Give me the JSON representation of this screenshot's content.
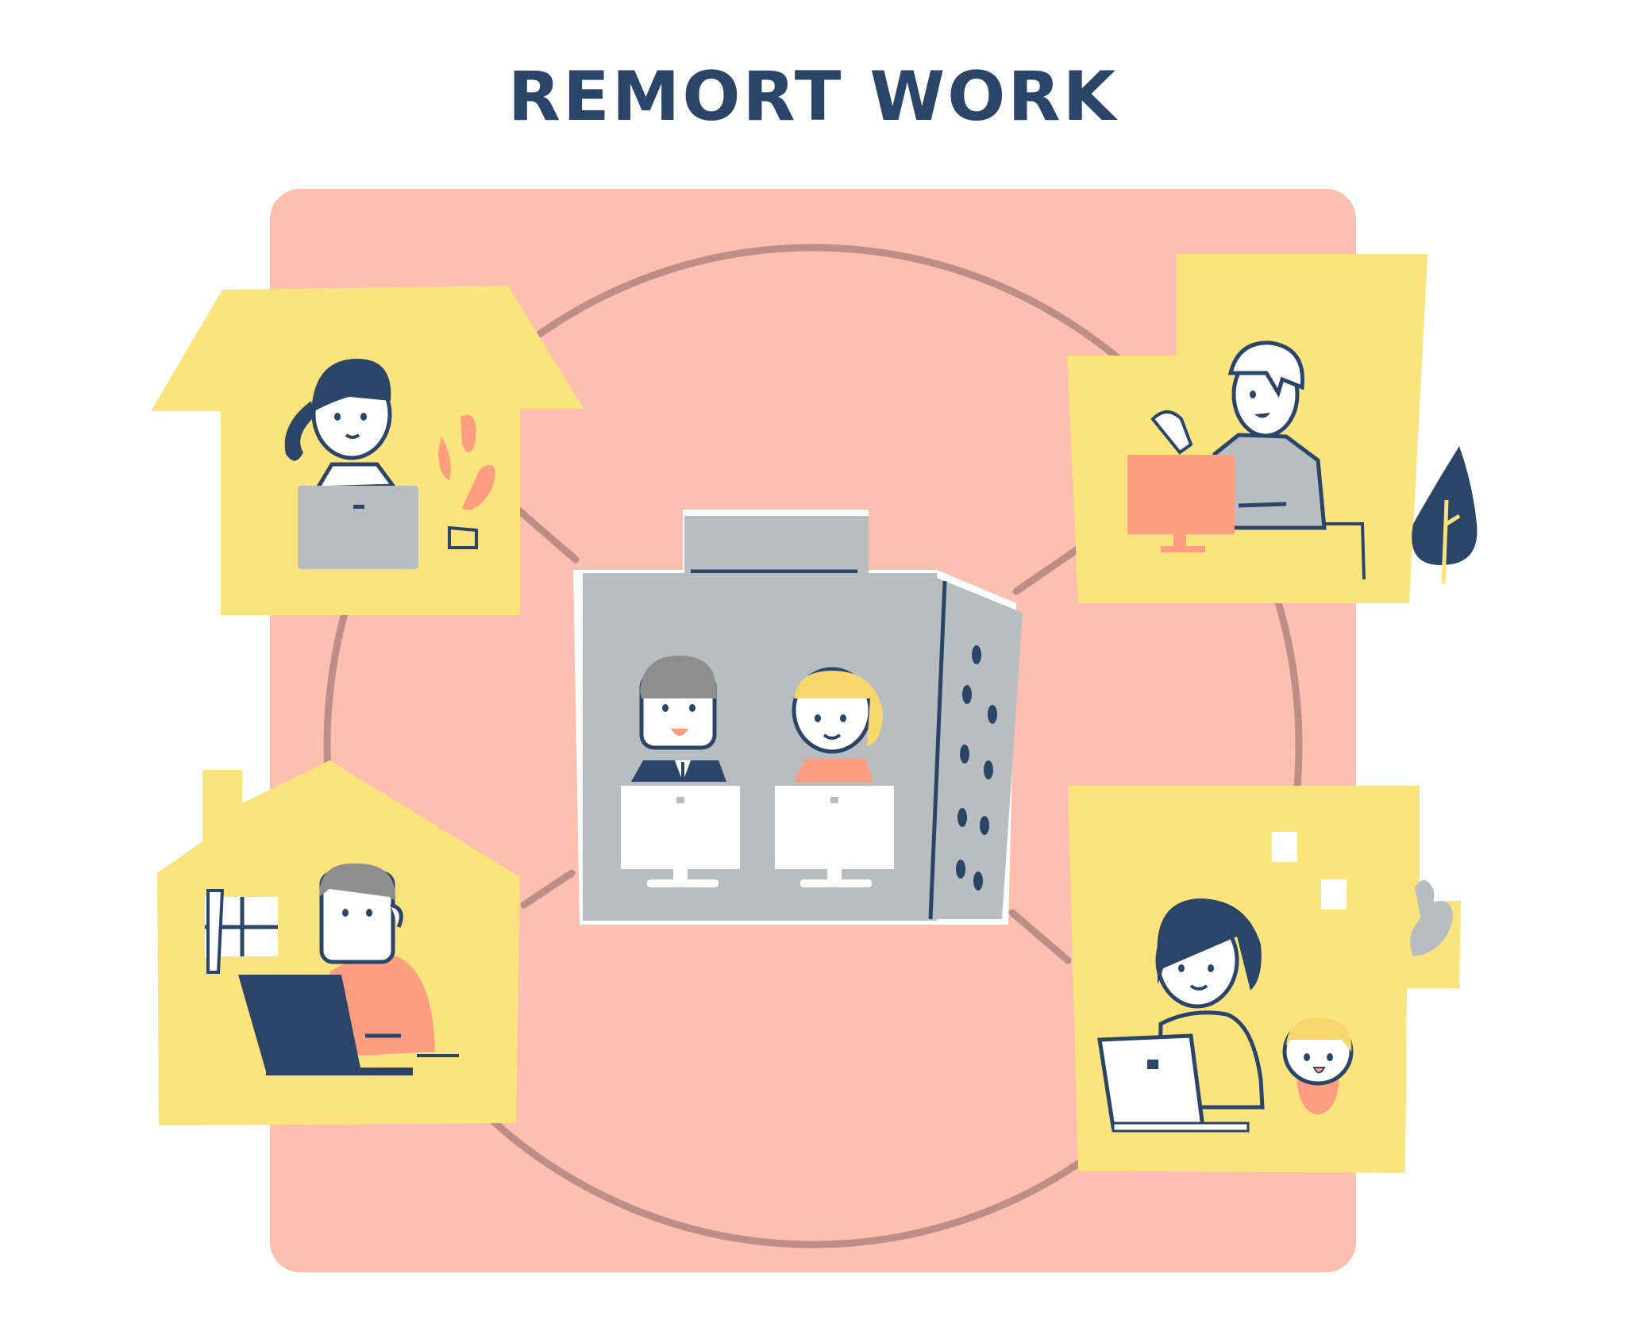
{
  "title": "REMORT WORK",
  "colors": {
    "navy": "#2b4569",
    "pink_panel": "#fcbfb0",
    "ring": "#bc8e86",
    "yellow": "#fbe37d",
    "gray": "#b8bdc0",
    "white": "#ffffff",
    "coral": "#fe9d7f",
    "hair_gray": "#8e8e8e",
    "hair_blond": "#f6d76d"
  },
  "scene": {
    "center": "office-building",
    "people_in_office": 2,
    "remote_locations": [
      "house-top-left",
      "room-top-right",
      "house-bottom-left",
      "room-bottom-right"
    ]
  }
}
